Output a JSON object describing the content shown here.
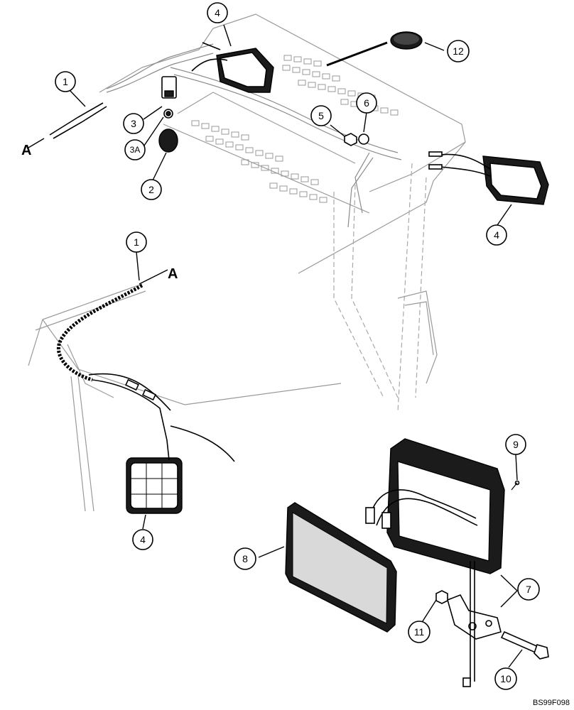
{
  "diagram": {
    "figure_code": "BS99F098",
    "ref_letters": [
      "A",
      "A"
    ],
    "callouts": {
      "c1_top": "1",
      "c3": "3",
      "c3a": "3A",
      "c2": "2",
      "c4_top": "4",
      "c5": "5",
      "c6": "6",
      "c12": "12",
      "c4_right": "4",
      "c1_mid": "1",
      "c4_left": "4",
      "c9": "9",
      "c8": "8",
      "c7": "7",
      "c11": "11",
      "c10": "10"
    }
  }
}
